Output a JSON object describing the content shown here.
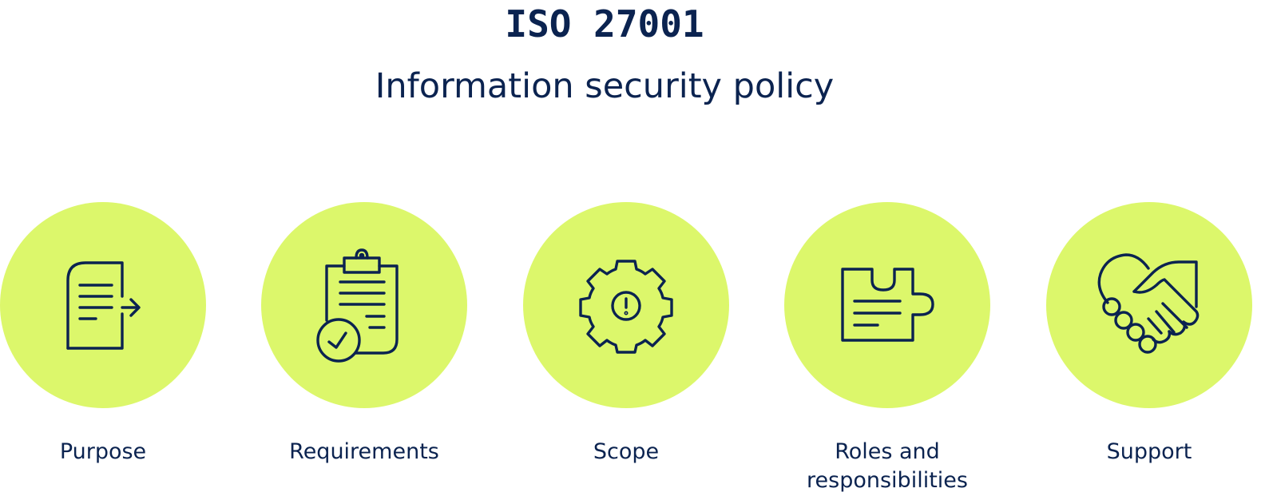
{
  "header": {
    "title": "ISO 27001",
    "subtitle": "Information security policy"
  },
  "colors": {
    "circle_fill": "#dcf76b",
    "ink": "#0b2350",
    "background": "#ffffff"
  },
  "items": [
    {
      "label": "Purpose",
      "icon": "document-arrow-icon"
    },
    {
      "label": "Requirements",
      "icon": "clipboard-check-icon"
    },
    {
      "label": "Scope",
      "icon": "gear-alert-icon"
    },
    {
      "label": "Roles and responsibilities",
      "icon": "puzzle-piece-icon"
    },
    {
      "label": "Support",
      "icon": "handshake-icon"
    }
  ]
}
